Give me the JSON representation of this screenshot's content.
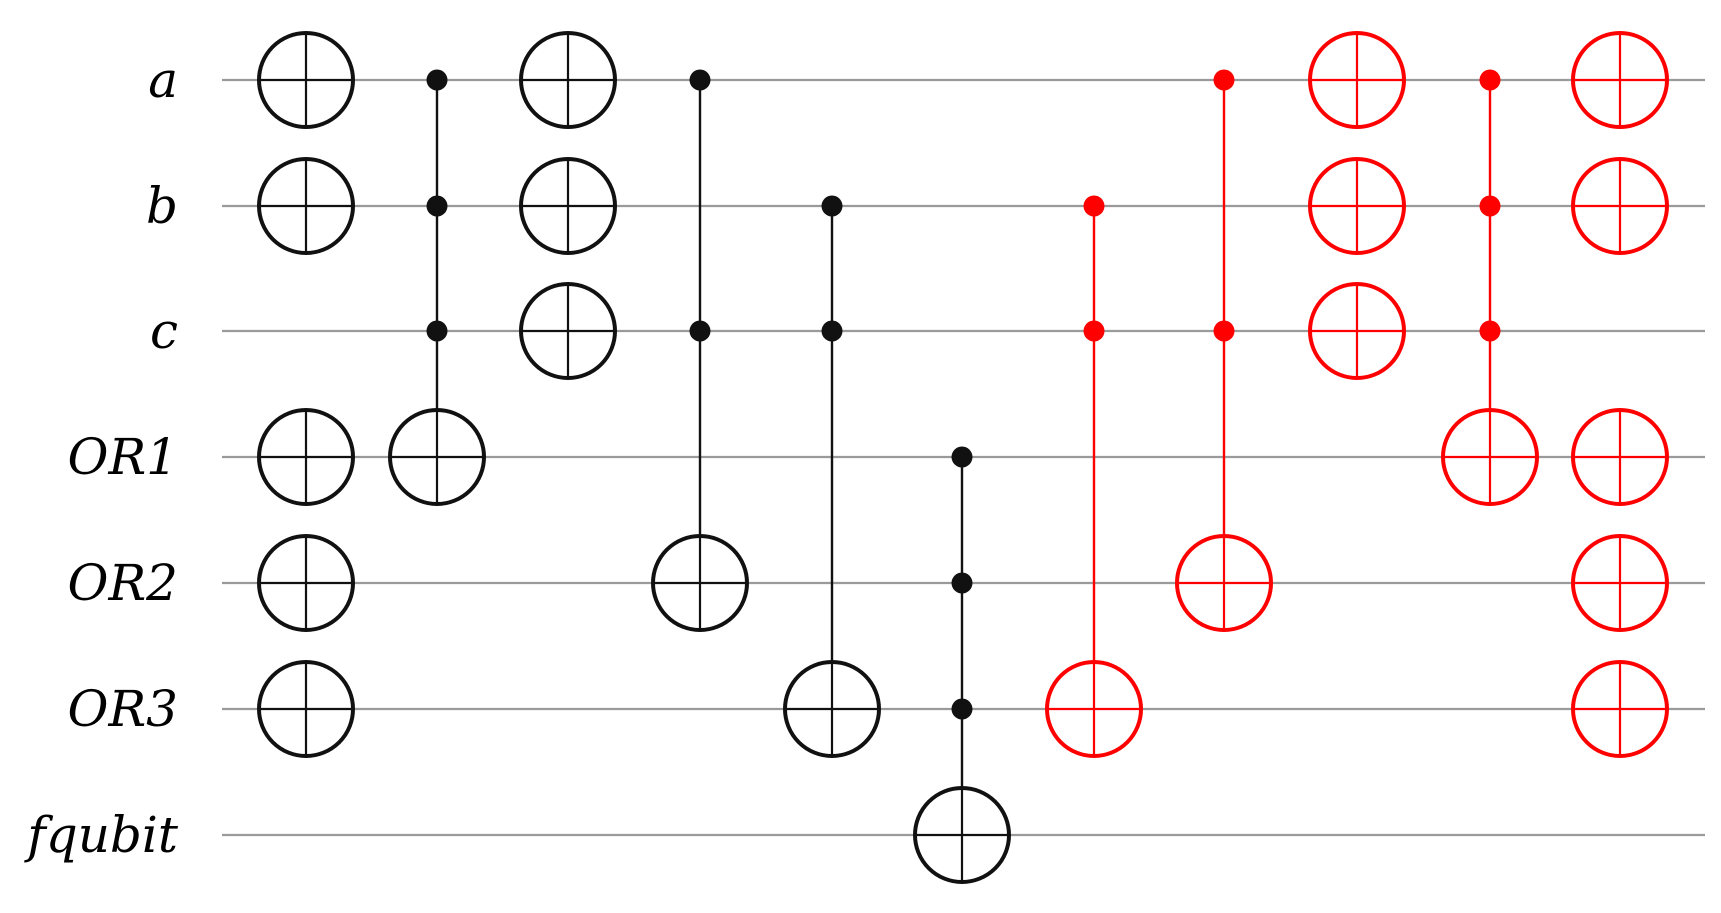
{
  "qubits": [
    "a",
    "b",
    "c",
    "OR1",
    "OR2",
    "OR3",
    "fqubit"
  ],
  "colors": {
    "classical_part": "#111111",
    "uncompute_part": "#ff0000",
    "wire": "#9a9a9a"
  },
  "gates": [
    {
      "kind": "x",
      "targets": [
        "a",
        "b",
        "OR1",
        "OR2",
        "OR3"
      ],
      "color": "#111111"
    },
    {
      "kind": "mcx",
      "controls": [
        "a",
        "b",
        "c"
      ],
      "target": "OR1",
      "color": "#111111"
    },
    {
      "kind": "x",
      "targets": [
        "a",
        "b",
        "c"
      ],
      "color": "#111111"
    },
    {
      "kind": "mcx",
      "controls": [
        "a",
        "c"
      ],
      "target": "OR2",
      "color": "#111111"
    },
    {
      "kind": "mcx",
      "controls": [
        "b",
        "c"
      ],
      "target": "OR3",
      "color": "#111111"
    },
    {
      "kind": "mcx",
      "controls": [
        "OR1",
        "OR2",
        "OR3"
      ],
      "target": "fqubit",
      "color": "#111111"
    },
    {
      "kind": "mcx",
      "controls": [
        "b",
        "c"
      ],
      "target": "OR3",
      "color": "#ff0000"
    },
    {
      "kind": "mcx",
      "controls": [
        "a",
        "c"
      ],
      "target": "OR2",
      "color": "#ff0000"
    },
    {
      "kind": "x",
      "targets": [
        "a",
        "b",
        "c"
      ],
      "color": "#ff0000"
    },
    {
      "kind": "mcx",
      "controls": [
        "a",
        "b",
        "c"
      ],
      "target": "OR1",
      "color": "#ff0000"
    },
    {
      "kind": "x",
      "targets": [
        "a",
        "b",
        "OR1",
        "OR2",
        "OR3"
      ],
      "color": "#ff0000"
    }
  ]
}
